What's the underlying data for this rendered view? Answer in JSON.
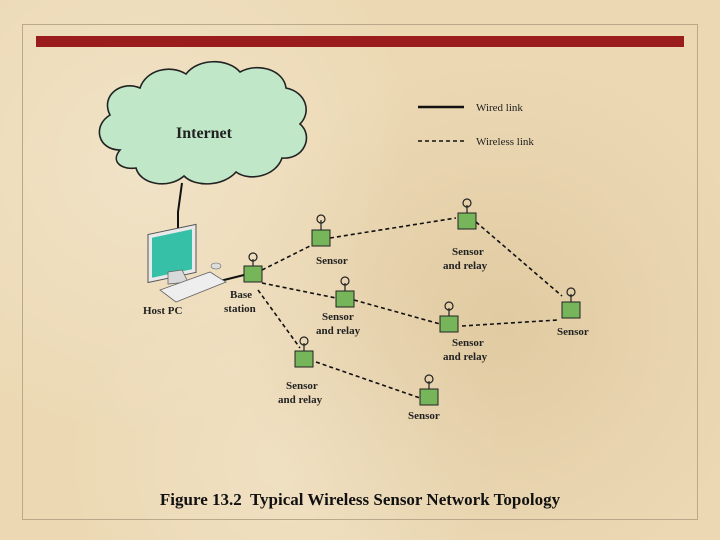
{
  "legend": {
    "wired": "Wired link",
    "wireless": "Wireless link"
  },
  "cloud": {
    "label": "Internet"
  },
  "host": {
    "label": "Host PC"
  },
  "base": {
    "line1": "Base",
    "line2": "station"
  },
  "nodes": [
    {
      "id": "n1",
      "line1": "Sensor",
      "line2": ""
    },
    {
      "id": "n2",
      "line1": "Sensor",
      "line2": "and relay"
    },
    {
      "id": "n3",
      "line1": "Sensor",
      "line2": "and relay"
    },
    {
      "id": "n4",
      "line1": "Sensor",
      "line2": "and relay"
    },
    {
      "id": "n5",
      "line1": "Sensor",
      "line2": ""
    },
    {
      "id": "n6",
      "line1": "Sensor",
      "line2": "and relay"
    },
    {
      "id": "n7",
      "line1": "Sensor",
      "line2": ""
    }
  ],
  "caption": "Figure 13.2  Typical Wireless Sensor Network Topology",
  "colors": {
    "background": "#ecd9b4",
    "accent_bar": "#9b1c1c",
    "cloud_fill": "#bfe7c8",
    "node_fill": "#76b55a",
    "monitor": "#36c0a7"
  }
}
